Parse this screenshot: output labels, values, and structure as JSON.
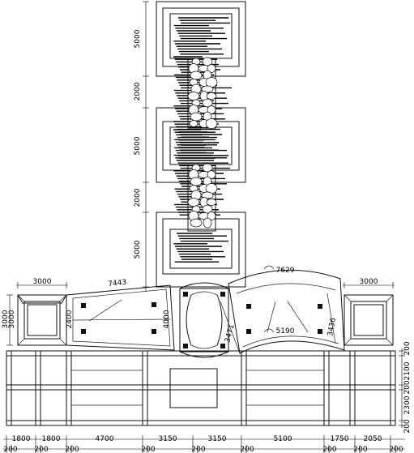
{
  "dimensions": {
    "vertical_left": [
      "5000",
      "2000",
      "5000",
      "2000",
      "5000"
    ],
    "plaza_left": [
      "3000",
      "3000"
    ],
    "width_top_left": "3000",
    "width_top_right": "3000",
    "arc_lengths": [
      "7443",
      "7629",
      "5190"
    ],
    "inner_widths": [
      "2400",
      "4000",
      "3471",
      "3436"
    ],
    "right_side": [
      "200",
      "2100",
      "200",
      "2300",
      "200"
    ],
    "bottom_main": [
      "1800",
      "1800",
      "4700",
      "3150",
      "3150",
      "5100",
      "1750",
      "2050"
    ],
    "bottom_small": [
      "200",
      "200",
      "200",
      "200",
      "200",
      "200",
      "200",
      "200",
      "200"
    ]
  }
}
